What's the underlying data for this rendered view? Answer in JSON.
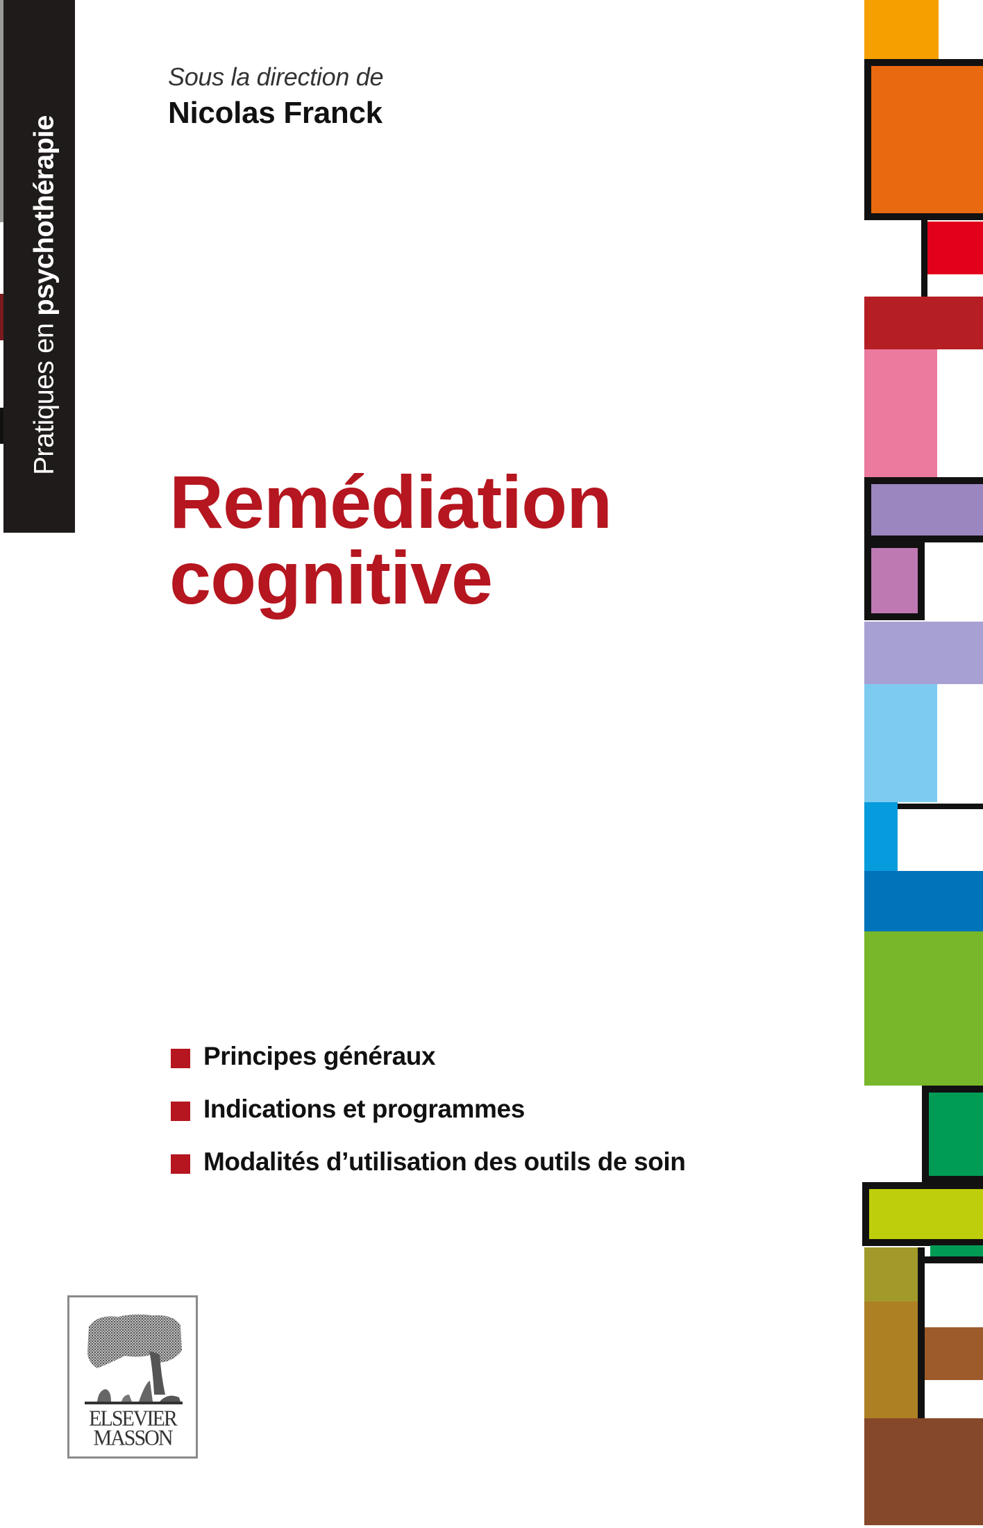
{
  "cover": {
    "series": {
      "regular": "Pratiques en ",
      "bold": "psychothérapie"
    },
    "editor_label": "Sous la direction de",
    "editor_name": "Nicolas Franck",
    "title_lines": [
      "Remédiation",
      "cognitive"
    ],
    "topics": [
      "Principes généraux",
      "Indications et programmes",
      "Modalités d’utilisation des outils de soin"
    ],
    "publisher": {
      "line1": "ELSEVIER",
      "line2": "MASSON",
      "logo_icon": "tree-icon"
    }
  },
  "colors": {
    "title_red": "#b5161f",
    "band_black": "#1e1b1a",
    "mosaic": [
      "#f5a000",
      "#e8690f",
      "#e2001a",
      "#b51f24",
      "#ec7a9e",
      "#9b86bf",
      "#be79b3",
      "#a7a1d3",
      "#7ecbf0",
      "#069bdc",
      "#0073ba",
      "#78b72a",
      "#009b55",
      "#bfce0a",
      "#a19a2a",
      "#ae8024",
      "#9d5a2b",
      "#86482a"
    ]
  }
}
